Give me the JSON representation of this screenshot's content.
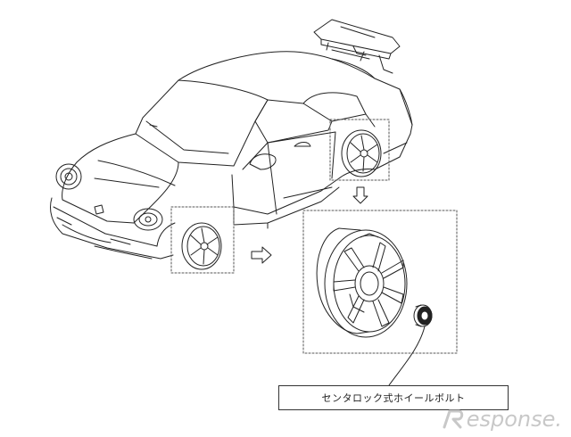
{
  "diagram": {
    "callout_text": "センタロック式ホイールボルト",
    "watermark_text": "esponse.",
    "watermark_color": "#c8c8c8",
    "line_color": "#222222",
    "arrows": [
      "right-arrow",
      "down-arrow"
    ]
  }
}
